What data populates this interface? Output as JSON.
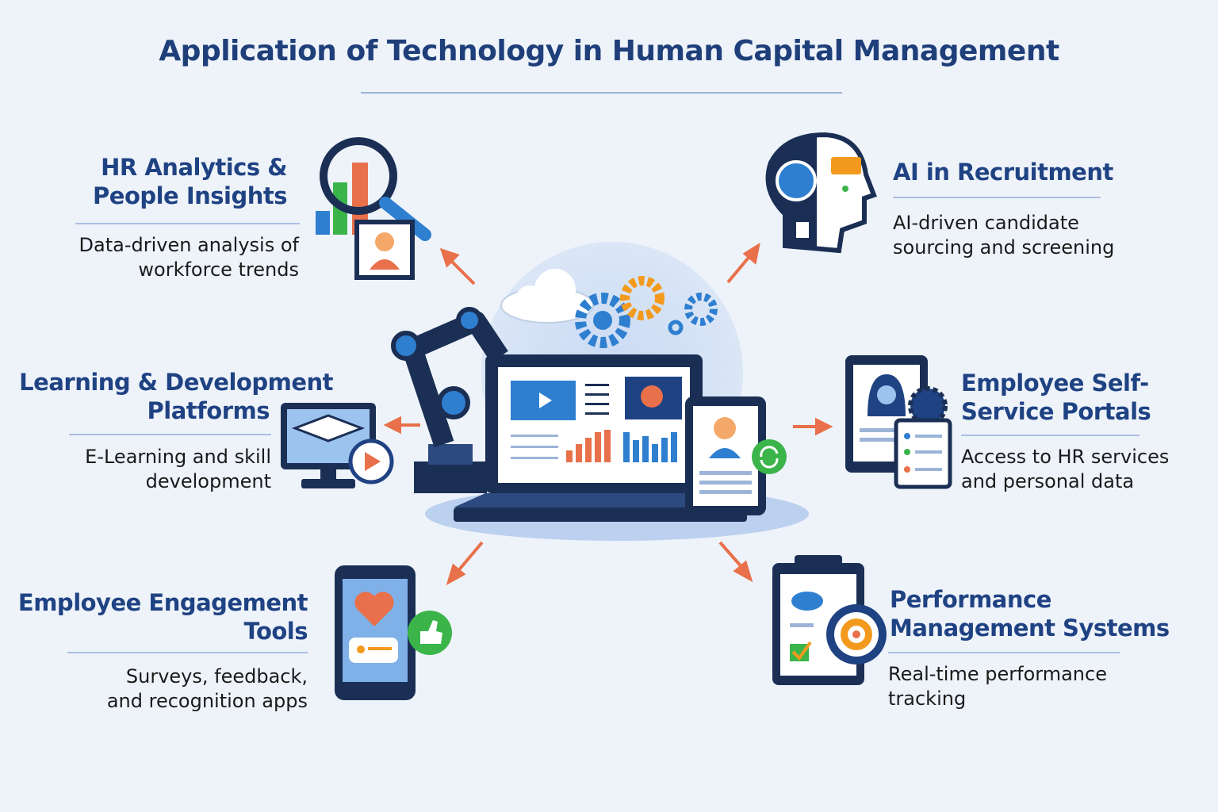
{
  "title": "Application of Technology in Human Capital Management",
  "items": [
    {
      "id": "hr-analytics",
      "title_lines": [
        "HR Analytics &",
        "People Insights"
      ],
      "desc_lines": [
        "Data-driven analysis of",
        "workforce trends"
      ],
      "icon": "magnifier-chart-icon"
    },
    {
      "id": "learning",
      "title_lines": [
        "Learning & Development",
        "Platforms"
      ],
      "desc_lines": [
        "E-Learning and skill",
        "development"
      ],
      "icon": "graduation-monitor-icon"
    },
    {
      "id": "engagement",
      "title_lines": [
        "Employee Engagement",
        "Tools"
      ],
      "desc_lines": [
        "Surveys, feedback,",
        "and recognition apps"
      ],
      "icon": "phone-heart-thumbsup-icon"
    },
    {
      "id": "ai-recruitment",
      "title_lines": [
        "AI in Recruitment"
      ],
      "desc_lines": [
        "AI-driven candidate",
        "sourcing and screening"
      ],
      "icon": "ai-head-icon"
    },
    {
      "id": "self-service",
      "title_lines": [
        "Employee Self-",
        "Service Portals"
      ],
      "desc_lines": [
        "Access to HR services",
        "and personal data"
      ],
      "icon": "portal-tablet-icon"
    },
    {
      "id": "performance",
      "title_lines": [
        "Performance",
        "Management Systems"
      ],
      "desc_lines": [
        "Real-time performance",
        "tracking"
      ],
      "icon": "clipboard-target-icon"
    }
  ],
  "colors": {
    "heading": "#1f4283",
    "arrow": "#e8704a",
    "accent_blue": "#2f7fd0",
    "accent_orange": "#f39a1e",
    "dark": "#1b2f55"
  }
}
